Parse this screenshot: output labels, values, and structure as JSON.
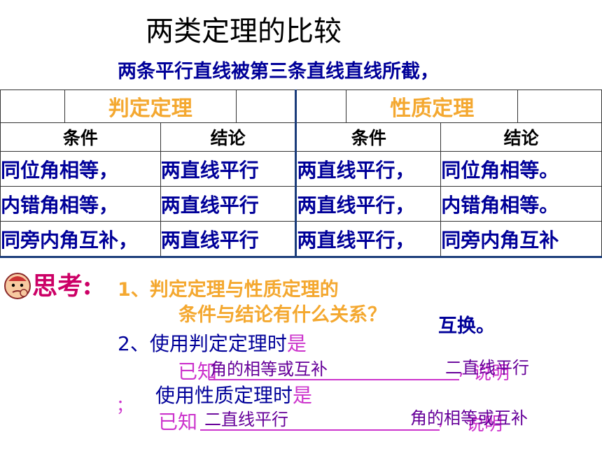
{
  "title": "两类定理的比较",
  "subtitle": "两条平行直线被第三条直线直线所截，",
  "table": {
    "group_headers": [
      "判定定理",
      "性质定理"
    ],
    "sub_headers": [
      "条件",
      "结论",
      "条件",
      "结论"
    ],
    "rows": [
      [
        "同位角相等，",
        "两直线平行",
        "两直线平行，",
        "同位角相等。"
      ],
      [
        "内错角相等，",
        "两直线平行",
        "两直线平行，",
        "内错角相等。"
      ],
      [
        "同旁内角互补，",
        "两直线平行",
        "两直线平行，",
        "同旁内角互补"
      ]
    ]
  },
  "think": {
    "label": "思考:",
    "icon": "thinking-face-icon",
    "q1_line1": "1、判定定理与性质定理的",
    "q1_line2": "条件与结论有什么关系？",
    "q1_answer": "互换。",
    "q2_prefix": "2、使用判定定理时",
    "q2_is": "是",
    "q2_known": "已知",
    "q2_known_fill": "角的相等或互补",
    "q2_comma": ",",
    "q2_prove": "说明",
    "q2_prove_fill": "二直线平行",
    "semicolon": "；",
    "q3_prefix": "使用性质定理时",
    "q3_is": "是",
    "q3_known": "已知",
    "q3_known_fill": "二直线平行",
    "q3_comma": ",",
    "q3_prove": "说明",
    "q3_prove_fill": "角的相等或互补"
  },
  "colors": {
    "header_text": "#f4a830",
    "body_text": "#000099",
    "accent_pink": "#cc33cc",
    "rule_blue": "#1a3c7a"
  }
}
